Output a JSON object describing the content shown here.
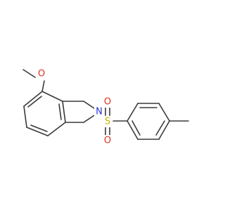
{
  "molecule": {
    "atoms": {
      "oxygen_methoxy": {
        "symbol": "O",
        "color": "#e0301e"
      },
      "nitrogen": {
        "symbol": "N",
        "color": "#2a33d6"
      },
      "sulfur": {
        "symbol": "S",
        "color": "#c9b000"
      },
      "oxygen_sulfonyl_top": {
        "symbol": "O",
        "color": "#e0301e"
      },
      "oxygen_sulfonyl_bottom": {
        "symbol": "O",
        "color": "#e0301e"
      }
    },
    "bond_color": "#3a3a3a",
    "background": "#ffffff"
  }
}
